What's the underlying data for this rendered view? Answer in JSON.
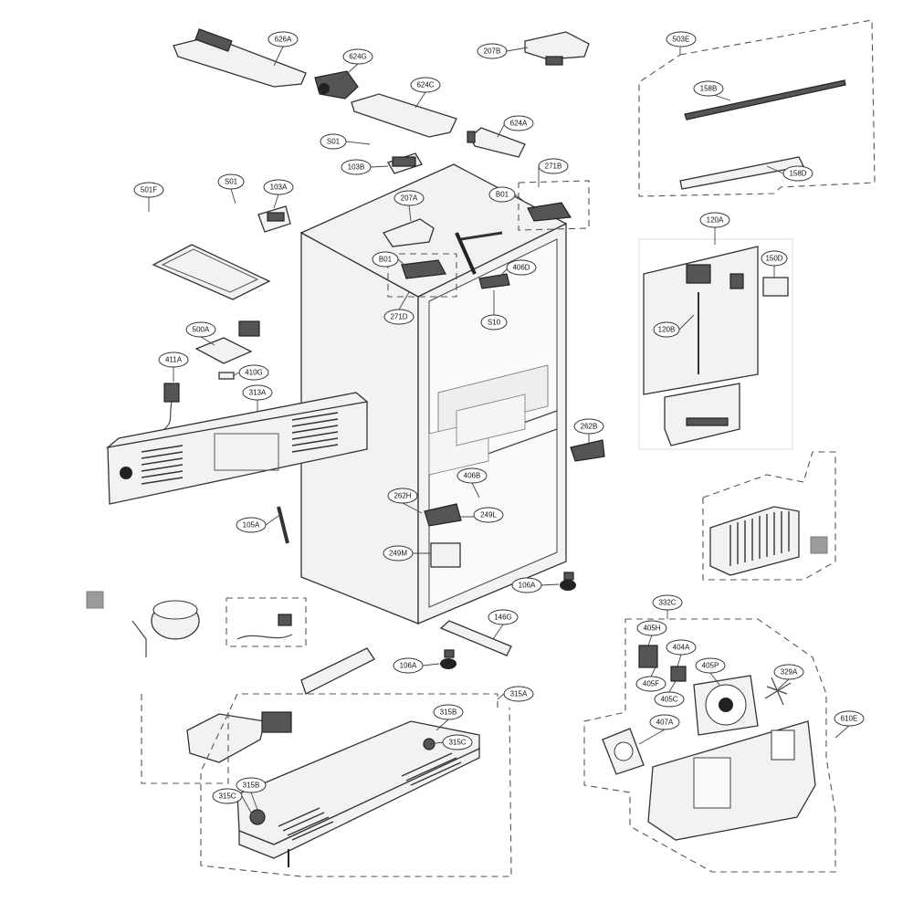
{
  "diagram": {
    "callouts": {
      "c626A": "626A",
      "c624G": "624G",
      "c624C": "624C",
      "c624A": "624A",
      "c207B": "207B",
      "c503E": "503E",
      "c158B": "158B",
      "c158D": "158D",
      "cS01a": "S01",
      "c103B": "103B",
      "c271B": "271B",
      "c501F": "501F",
      "cS01b": "S01",
      "c103A": "103A",
      "c207A": "207A",
      "cB01a": "B01",
      "c406D": "406D",
      "cB01b": "B01",
      "cS10": "S10",
      "c271D": "271D",
      "c120A": "120A",
      "c150D": "150D",
      "c120B": "120B",
      "c500A": "500A",
      "c411A": "411A",
      "c410G": "410G",
      "c313A": "313A",
      "c262B": "262B",
      "c406B": "406B",
      "c262H": "262H",
      "c249L": "249L",
      "c249M": "249M",
      "c105A": "105A",
      "c106A1": "106A",
      "c146G": "146G",
      "c106A2": "106A",
      "c332C": "332C",
      "c405H": "405H",
      "c404A": "404A",
      "c405P": "405P",
      "c329A": "329A",
      "c405F": "405F",
      "c405C": "405C",
      "c407A": "407A",
      "c610E": "610E",
      "c315A": "315A",
      "c315B1": "315B",
      "c315C1": "315C",
      "c315B2": "315B",
      "c315C2": "315C"
    }
  }
}
